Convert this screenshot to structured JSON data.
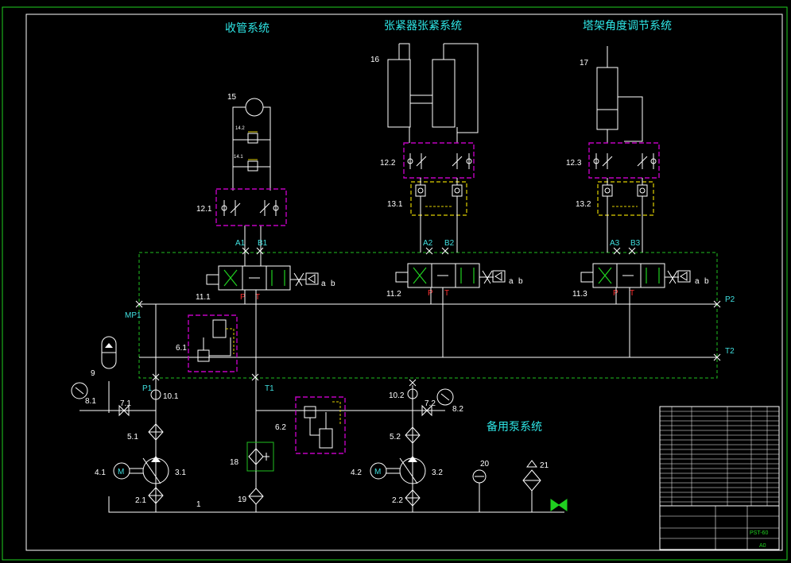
{
  "titles": {
    "pipe": "收管系统",
    "tension": "张紧器张紧系统",
    "tower": "塔架角度调节系统",
    "standby": "备用泵系统"
  },
  "labels": {
    "n1": "1",
    "n9": "9",
    "n15": "15",
    "n16": "16",
    "n17": "17",
    "n18": "18",
    "n19": "19",
    "n20": "20",
    "n21": "21",
    "n2_1": "2.1",
    "n2_2": "2.2",
    "n3_1": "3.1",
    "n3_2": "3.2",
    "n4_1": "4.1",
    "n4_2": "4.2",
    "n5_1": "5.1",
    "n5_2": "5.2",
    "n6_1": "6.1",
    "n6_2": "6.2",
    "n7_1": "7.1",
    "n7_2": "7.2",
    "n8_1": "8.1",
    "n8_2": "8.2",
    "n10_1": "10.1",
    "n10_2": "10.2",
    "n11_1": "11.1",
    "n11_2": "11.2",
    "n11_3": "11.3",
    "n12_1": "12.1",
    "n12_2": "12.2",
    "n12_3": "12.3",
    "n13_1": "13.1",
    "n13_2": "13.2",
    "n14_1": "14.1",
    "n14_2": "14.2"
  },
  "ports": {
    "a1": "A1",
    "b1": "B1",
    "a2": "A2",
    "b2": "B2",
    "a3": "A3",
    "b3": "B3",
    "p1": "P1",
    "t1": "T1",
    "p2": "P2",
    "t2": "T2",
    "mp1": "MP1",
    "p": "P",
    "t": "T",
    "a": "a",
    "b": "b",
    "m": "M"
  },
  "title_block": {
    "drawing_no": "PST-60",
    "sheet_size": "A0"
  },
  "colors": {
    "title_text": "#2ee6e6",
    "port_text": "#40e0e0",
    "valve_pt_text": "#ff3030",
    "valve_box": "#c000c0",
    "check_box": "#e0d000",
    "manifold": "#20c020",
    "frame": "#20c020"
  }
}
